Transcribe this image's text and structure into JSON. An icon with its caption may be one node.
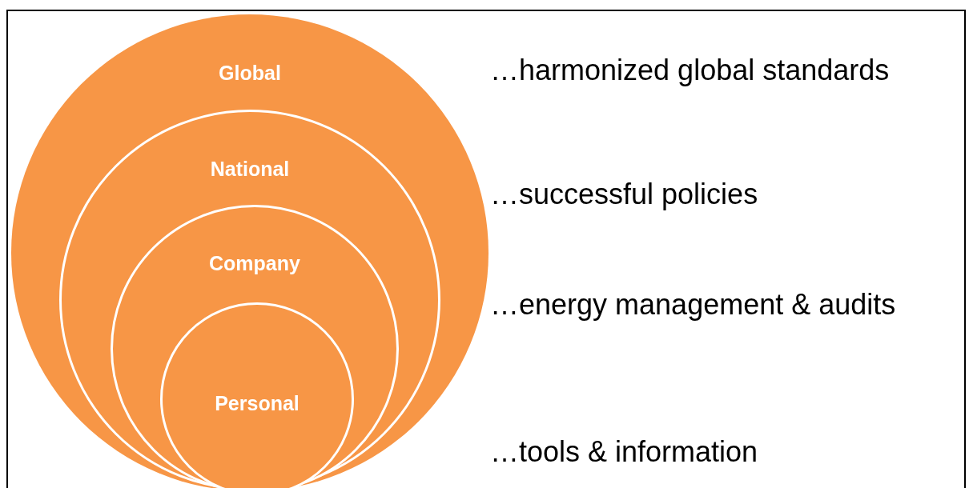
{
  "diagram": {
    "nodes": [
      {
        "text": [
          "Global"
        ]
      },
      {
        "text": [
          "National"
        ],
        "in": 0
      },
      {
        "text": [
          "Company"
        ],
        "in": 1
      },
      {
        "text": [
          "Personal"
        ],
        "in": 2
      }
    ],
    "labels": [
      "…harmonized global standards",
      "…successful policies",
      "…energy management & audits",
      "…tools & information"
    ]
  }
}
